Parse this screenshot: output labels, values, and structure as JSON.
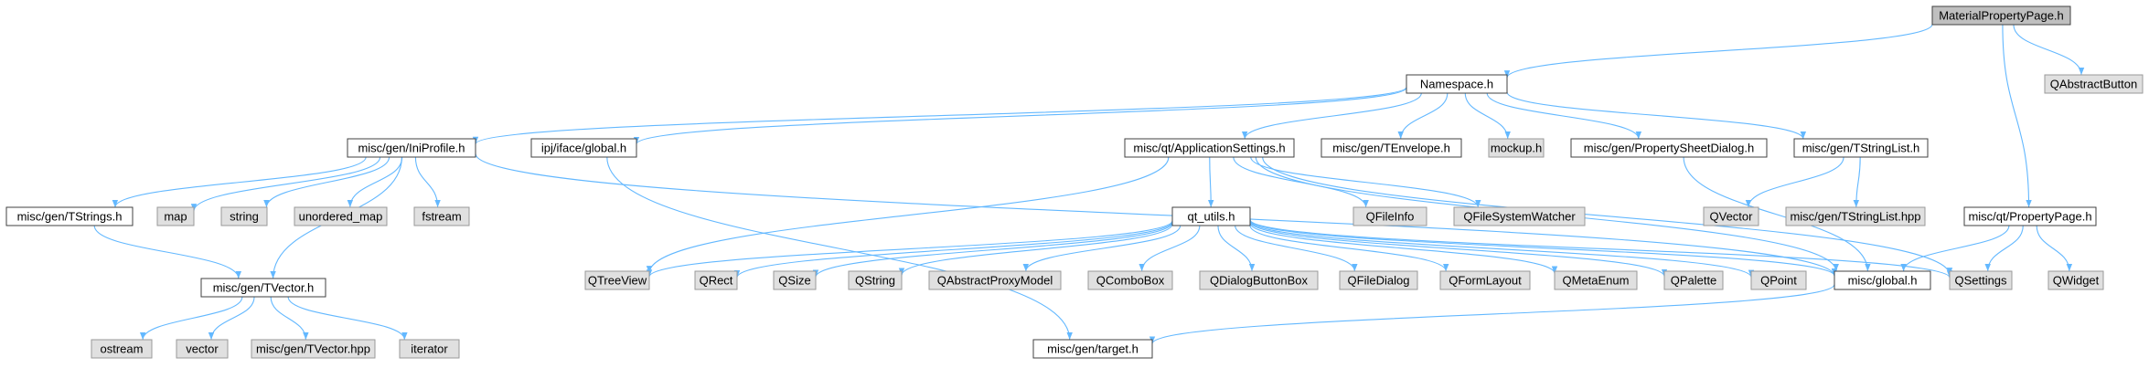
{
  "colors": {
    "edge": "#63B8FF",
    "node_border": "#404040",
    "external_fill": "#E0E0E0",
    "external_border": "#999999",
    "root_fill": "#BFBFBF",
    "internal_fill": "#FFFFFF",
    "text": "#000000"
  },
  "nodes": [
    {
      "id": "mpp",
      "label": "MaterialPropertyPage.h",
      "kind": "root"
    },
    {
      "id": "qab",
      "label": "QAbstractButton",
      "kind": "external"
    },
    {
      "id": "ns",
      "label": "Namespace.h",
      "kind": "internal"
    },
    {
      "id": "ini",
      "label": "misc/gen/IniProfile.h",
      "kind": "internal"
    },
    {
      "id": "ipj",
      "label": "ipj/iface/global.h",
      "kind": "internal"
    },
    {
      "id": "appset",
      "label": "misc/qt/ApplicationSettings.h",
      "kind": "internal"
    },
    {
      "id": "tenv",
      "label": "misc/gen/TEnvelope.h",
      "kind": "internal"
    },
    {
      "id": "mockup",
      "label": "mockup.h",
      "kind": "external"
    },
    {
      "id": "psd",
      "label": "misc/gen/PropertySheetDialog.h",
      "kind": "internal"
    },
    {
      "id": "tsl",
      "label": "misc/gen/TStringList.h",
      "kind": "internal"
    },
    {
      "id": "tstr",
      "label": "misc/gen/TStrings.h",
      "kind": "internal"
    },
    {
      "id": "map",
      "label": "map",
      "kind": "external"
    },
    {
      "id": "string",
      "label": "string",
      "kind": "external"
    },
    {
      "id": "umap",
      "label": "unordered_map",
      "kind": "external"
    },
    {
      "id": "fstream",
      "label": "fstream",
      "kind": "external"
    },
    {
      "id": "qfileinfo",
      "label": "QFileInfo",
      "kind": "external"
    },
    {
      "id": "qfsw",
      "label": "QFileSystemWatcher",
      "kind": "external"
    },
    {
      "id": "qvector",
      "label": "QVector",
      "kind": "external"
    },
    {
      "id": "tslhpp",
      "label": "misc/gen/TStringList.hpp",
      "kind": "external"
    },
    {
      "id": "ppage",
      "label": "misc/qt/PropertyPage.h",
      "kind": "internal"
    },
    {
      "id": "qtutils",
      "label": "qt_utils.h",
      "kind": "internal"
    },
    {
      "id": "tvec",
      "label": "misc/gen/TVector.h",
      "kind": "internal"
    },
    {
      "id": "qtreeview",
      "label": "QTreeView",
      "kind": "external"
    },
    {
      "id": "qrect",
      "label": "QRect",
      "kind": "external"
    },
    {
      "id": "qsize",
      "label": "QSize",
      "kind": "external"
    },
    {
      "id": "qstring",
      "label": "QString",
      "kind": "external"
    },
    {
      "id": "qapm",
      "label": "QAbstractProxyModel",
      "kind": "external"
    },
    {
      "id": "qcombo",
      "label": "QComboBox",
      "kind": "external"
    },
    {
      "id": "qdbb",
      "label": "QDialogButtonBox",
      "kind": "external"
    },
    {
      "id": "qfd",
      "label": "QFileDialog",
      "kind": "external"
    },
    {
      "id": "qfl",
      "label": "QFormLayout",
      "kind": "external"
    },
    {
      "id": "qme",
      "label": "QMetaEnum",
      "kind": "external"
    },
    {
      "id": "qpal",
      "label": "QPalette",
      "kind": "external"
    },
    {
      "id": "qpoint",
      "label": "QPoint",
      "kind": "external"
    },
    {
      "id": "mglobal",
      "label": "misc/global.h",
      "kind": "internal"
    },
    {
      "id": "qsettings",
      "label": "QSettings",
      "kind": "external"
    },
    {
      "id": "qwidget",
      "label": "QWidget",
      "kind": "external"
    },
    {
      "id": "ostream",
      "label": "ostream",
      "kind": "external"
    },
    {
      "id": "vector",
      "label": "vector",
      "kind": "external"
    },
    {
      "id": "tvhpp",
      "label": "misc/gen/TVector.hpp",
      "kind": "external"
    },
    {
      "id": "iterator",
      "label": "iterator",
      "kind": "external"
    },
    {
      "id": "target",
      "label": "misc/gen/target.h",
      "kind": "internal"
    }
  ],
  "edges": [
    [
      "mpp",
      "qab"
    ],
    [
      "mpp",
      "ns"
    ],
    [
      "mpp",
      "ppage"
    ],
    [
      "ns",
      "ini"
    ],
    [
      "ns",
      "ipj"
    ],
    [
      "ns",
      "appset"
    ],
    [
      "ns",
      "tenv"
    ],
    [
      "ns",
      "mockup"
    ],
    [
      "ns",
      "psd"
    ],
    [
      "ns",
      "tsl"
    ],
    [
      "ini",
      "tstr"
    ],
    [
      "ini",
      "map"
    ],
    [
      "ini",
      "string"
    ],
    [
      "ini",
      "umap"
    ],
    [
      "ini",
      "fstream"
    ],
    [
      "ini",
      "tvec"
    ],
    [
      "ini",
      "mglobal"
    ],
    [
      "ipj",
      "target"
    ],
    [
      "appset",
      "qtutils"
    ],
    [
      "appset",
      "qfileinfo"
    ],
    [
      "appset",
      "qfsw"
    ],
    [
      "appset",
      "qtreeview"
    ],
    [
      "appset",
      "mglobal"
    ],
    [
      "appset",
      "qsettings"
    ],
    [
      "psd",
      "mglobal"
    ],
    [
      "tsl",
      "qvector"
    ],
    [
      "tsl",
      "tslhpp"
    ],
    [
      "tstr",
      "tvec"
    ],
    [
      "tvec",
      "ostream"
    ],
    [
      "tvec",
      "vector"
    ],
    [
      "tvec",
      "tvhpp"
    ],
    [
      "tvec",
      "iterator"
    ],
    [
      "qtutils",
      "qtreeview"
    ],
    [
      "qtutils",
      "qrect"
    ],
    [
      "qtutils",
      "qsize"
    ],
    [
      "qtutils",
      "qstring"
    ],
    [
      "qtutils",
      "qapm"
    ],
    [
      "qtutils",
      "qcombo"
    ],
    [
      "qtutils",
      "qdbb"
    ],
    [
      "qtutils",
      "qfd"
    ],
    [
      "qtutils",
      "qfl"
    ],
    [
      "qtutils",
      "qme"
    ],
    [
      "qtutils",
      "qpal"
    ],
    [
      "qtutils",
      "qpoint"
    ],
    [
      "qtutils",
      "mglobal"
    ],
    [
      "qtutils",
      "qsettings"
    ],
    [
      "ppage",
      "mglobal"
    ],
    [
      "ppage",
      "qsettings"
    ],
    [
      "ppage",
      "qwidget"
    ],
    [
      "mglobal",
      "target"
    ]
  ]
}
